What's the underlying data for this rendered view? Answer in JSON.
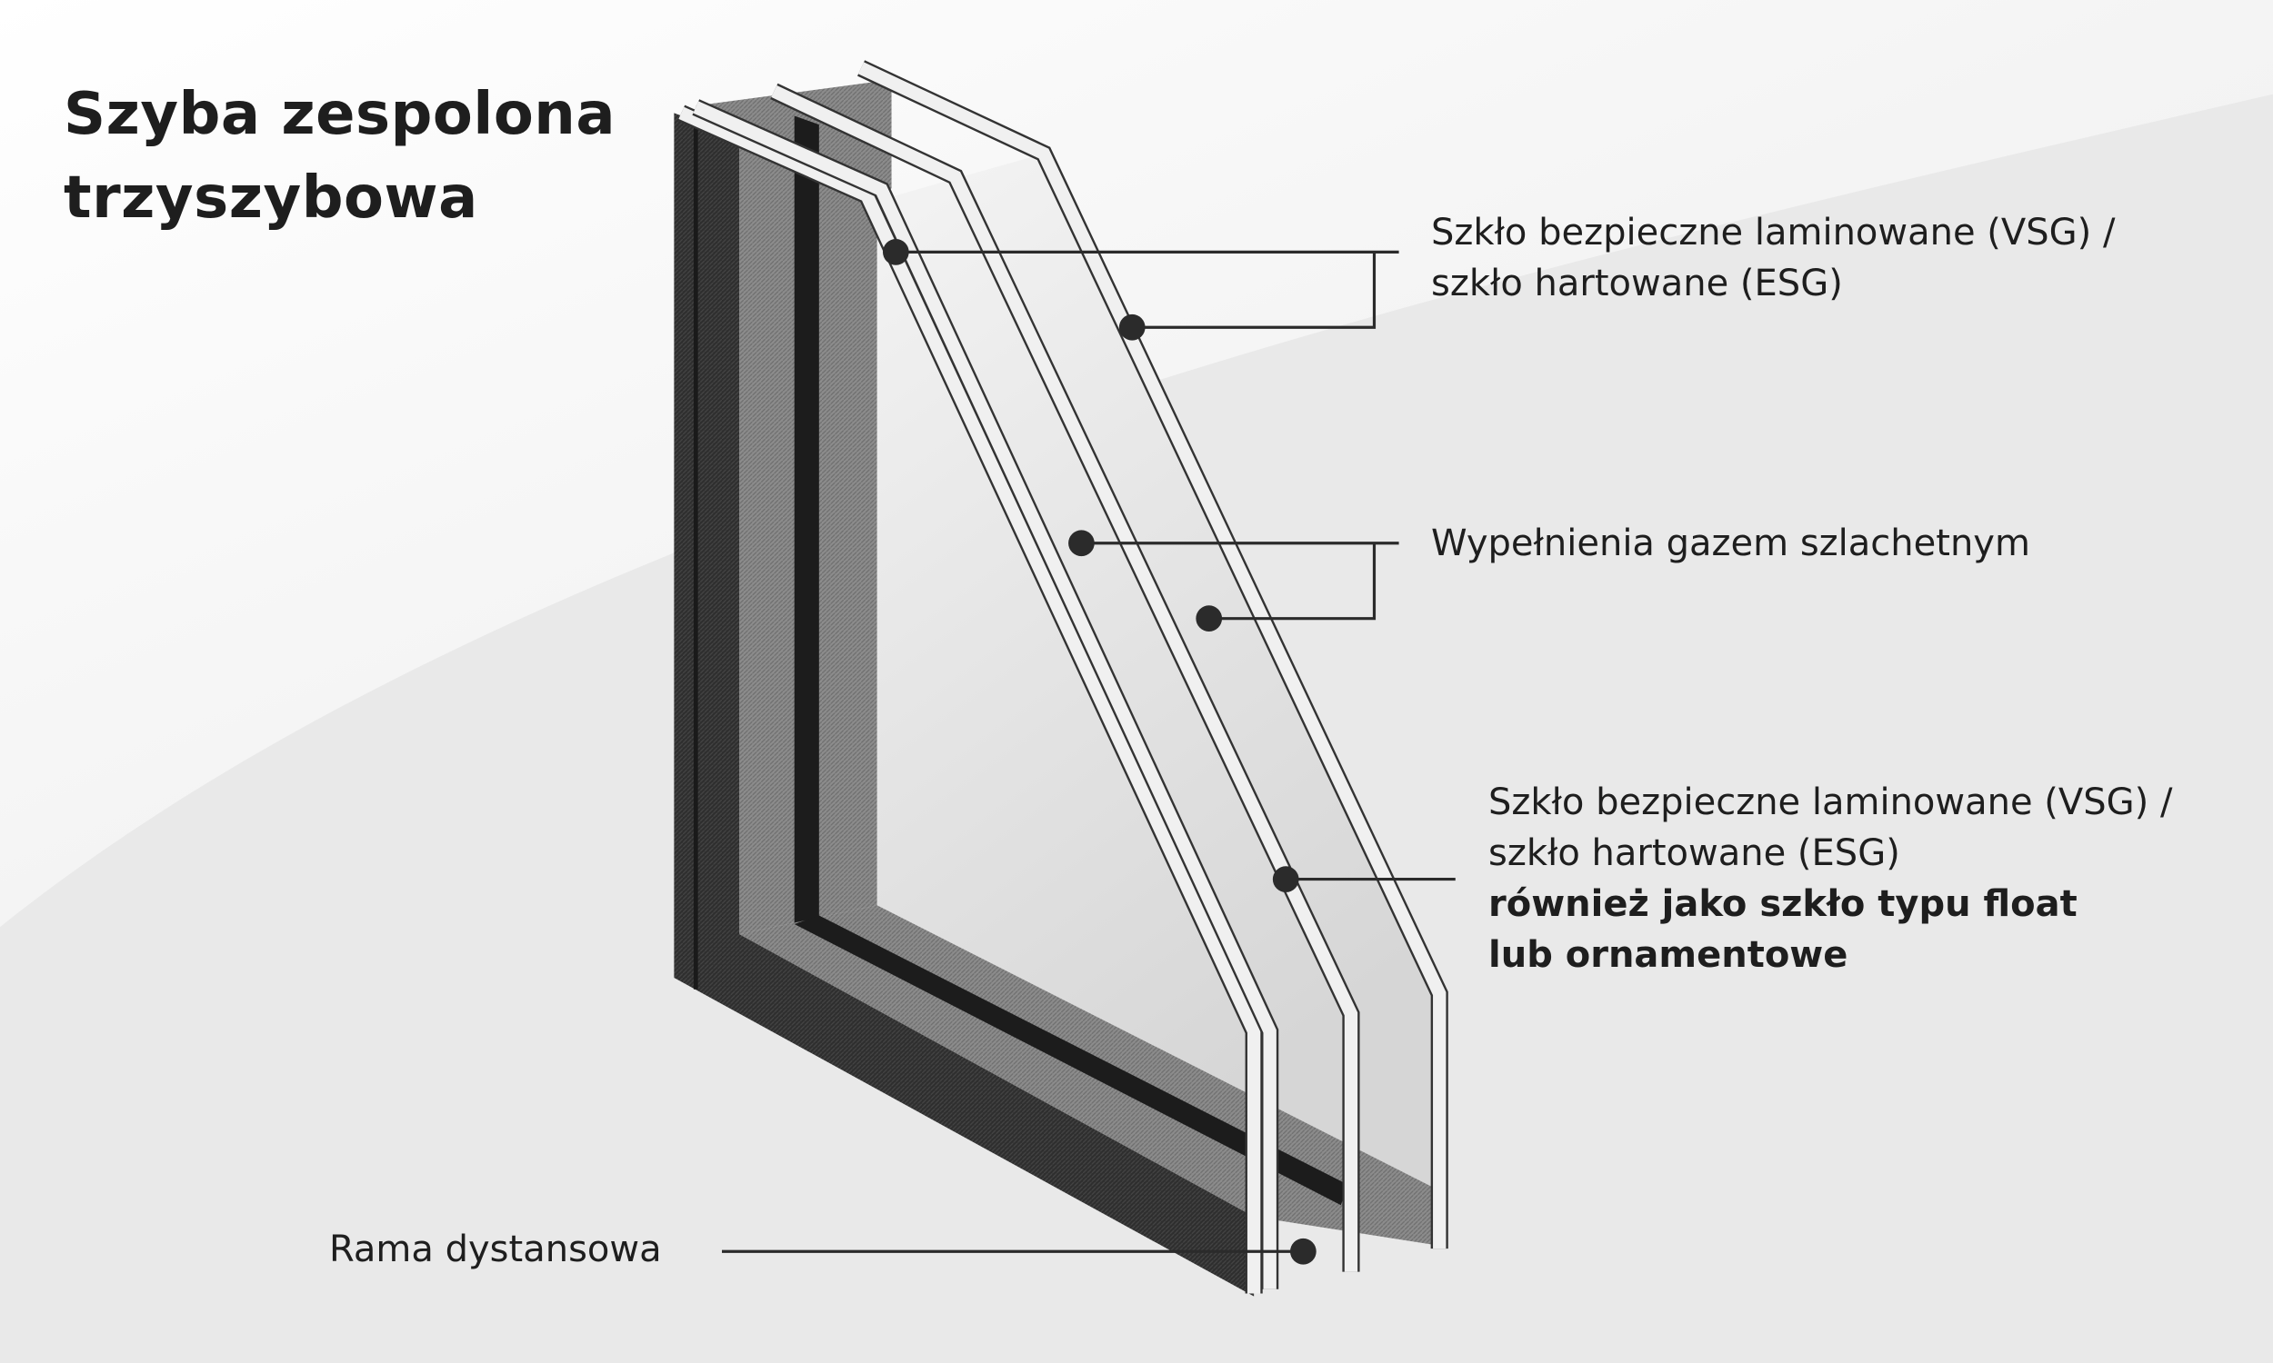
{
  "title": {
    "line1": "Szyba zespolona",
    "line2": "trzyszybowa"
  },
  "labels": {
    "outer_glass": {
      "line1": "Szkło bezpieczne laminowane (VSG) /",
      "line2": "szkło hartowane (ESG)"
    },
    "gas": {
      "line1": "Wypełnienia gazem szlachetnym"
    },
    "middle_glass": {
      "line1": "Szkło bezpieczne laminowane (VSG) /",
      "line2": "szkło hartowane (ESG)",
      "line3": "również jako szkło typu float",
      "line4": "lub ornamentowe"
    },
    "spacer": {
      "line1": "Rama dystansowa"
    }
  },
  "colors": {
    "background": "#e9e9e9",
    "frame_dark": "#2a2a2a",
    "frame_gray": "#8a8a8a",
    "glass": "#eeeeee",
    "line": "#2b2b2b"
  }
}
